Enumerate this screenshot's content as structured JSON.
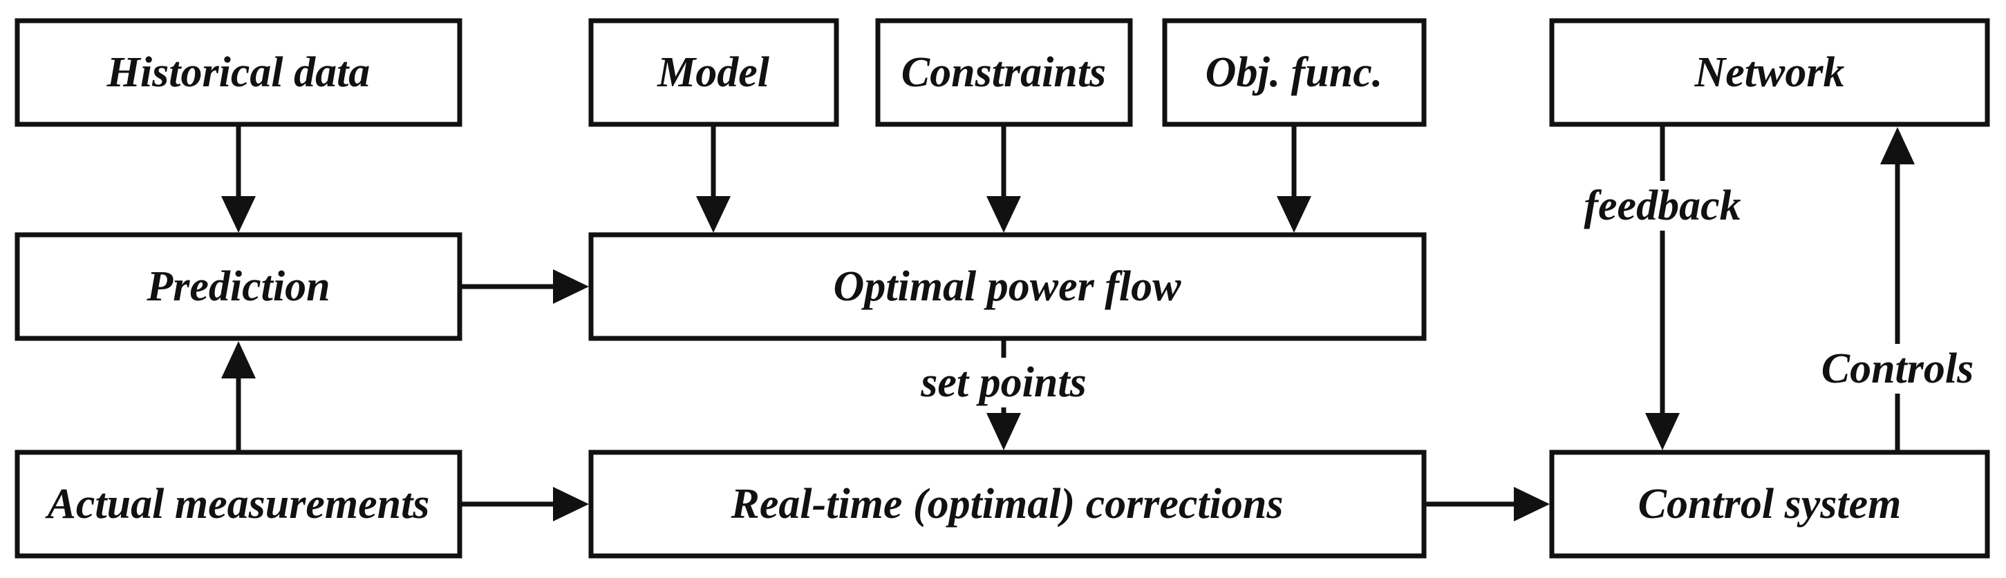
{
  "boxes": {
    "historical_data": "Historical data",
    "model": "Model",
    "constraints": "Constraints",
    "obj_func": "Obj. func.",
    "network": "Network",
    "prediction": "Prediction",
    "optimal_power_flow": "Optimal power flow",
    "actual_measurements": "Actual measurements",
    "real_time_corrections": "Real-time (optimal) corrections",
    "control_system": "Control system"
  },
  "edge_labels": {
    "feedback": "feedback",
    "set_points": "set points",
    "controls": "Controls"
  }
}
